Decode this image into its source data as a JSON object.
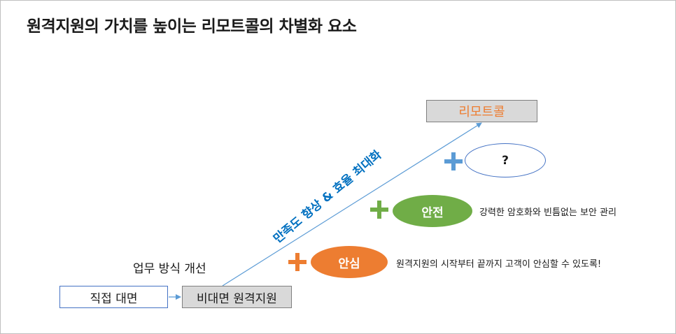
{
  "title": "원격지원의 가치를 높이는 리모트콜의 차별화 요소",
  "boxes": {
    "direct": "직접 대면",
    "remote": "비대면 원격지원",
    "remotecall": "리모트콜"
  },
  "labels": {
    "work_improvement": "업무 방식 개선",
    "diagonal": "만족도 향상 & 효율 최대화"
  },
  "features": {
    "question": {
      "label": "?"
    },
    "safe": {
      "label": "안전",
      "desc": "강력한 암호화와 빈틈없는 보안 관리"
    },
    "secure": {
      "label": "안심",
      "desc": "원격지원의 시작부터 끝까지 고객이 안심할 수 있도록!"
    }
  },
  "colors": {
    "blue": "#5b9bd5",
    "green": "#70ad47",
    "orange": "#ed7d31",
    "box_gray": "#d9d9d9",
    "diagonal_text": "#0070c0"
  }
}
